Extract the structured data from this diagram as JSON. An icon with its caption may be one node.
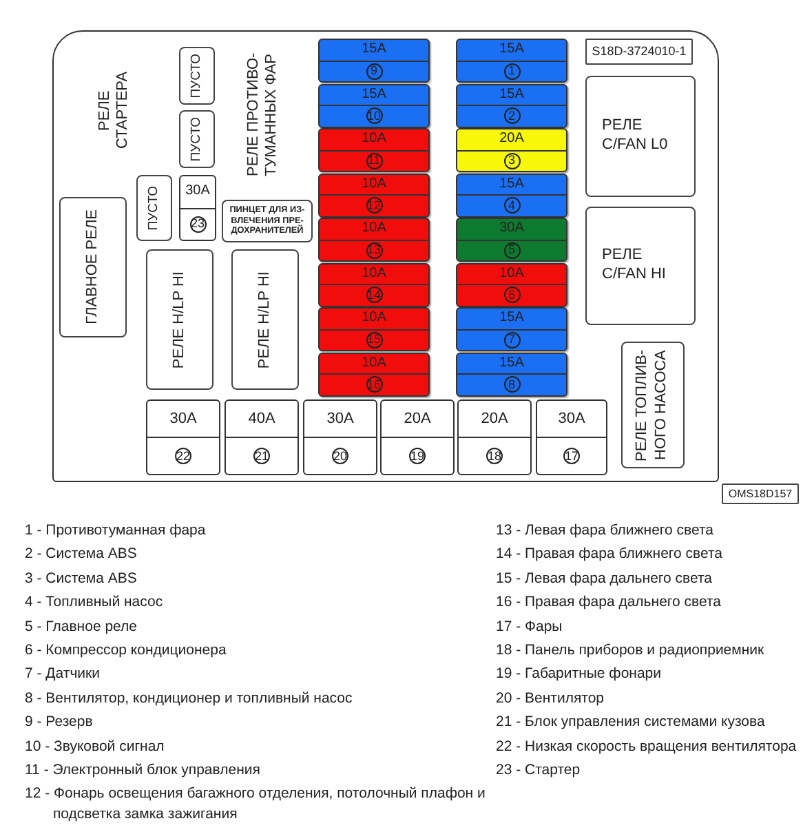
{
  "diagram": {
    "nodes": [
      {
        "text": [],
        "shape": "box"
      },
      {
        "text": [
          "ПУСТО"
        ],
        "in": 0
      },
      {
        "text": [
          "ПУСТО"
        ],
        "in": 0
      },
      {
        "text": [
          "15A",
          "9"
        ],
        "in": 0
      },
      {
        "text": [
          "15A",
          "1"
        ],
        "in": 0
      },
      {
        "text": [
          "S18D-3724010-1"
        ],
        "in": 0
      },
      {
        "text": [
          "15A",
          "10"
        ],
        "in": 0
      },
      {
        "text": [
          "15A",
          "2"
        ],
        "in": 0
      },
      {
        "text": [
          "РЕЛЕ C/FAN L0"
        ],
        "in": 0
      },
      {
        "text": [
          "10A",
          "11"
        ],
        "in": 0
      },
      {
        "text": [
          "20A",
          "3"
        ],
        "in": 0
      },
      {
        "text": [
          "ПУСТО"
        ],
        "in": 0
      },
      {
        "text": [
          "30A",
          "23"
        ],
        "in": 0
      },
      {
        "text": [
          "ПИНЦЕТ ДЛЯ ИЗ- ВЛЕЧЕНИЯ ПРЕ- ДОХРАНИТЕЛЕЙ"
        ],
        "in": 0
      },
      {
        "text": [
          "ГЛАВНОЕ РЕЛЕ"
        ],
        "in": 0
      },
      {
        "text": [
          "10A",
          "12"
        ],
        "in": 0
      },
      {
        "text": [
          "15A",
          "4"
        ],
        "in": 0
      },
      {
        "text": [
          "10A",
          "13"
        ],
        "in": 0
      },
      {
        "text": [
          "30A",
          "5"
        ],
        "in": 0
      },
      {
        "text": [
          "РЕЛЕ C/FAN HI"
        ],
        "in": 0
      },
      {
        "text": [
          "РЕЛЕ H/LP HI"
        ],
        "in": 0
      },
      {
        "text": [
          "РЕЛЕ H/LP HI"
        ],
        "in": 0
      },
      {
        "text": [
          "10A",
          "14"
        ],
        "in": 0
      },
      {
        "text": [
          "10A",
          "6"
        ],
        "in": 0
      },
      {
        "text": [
          "10A",
          "15"
        ],
        "in": 0
      },
      {
        "text": [
          "15A",
          "7"
        ],
        "in": 0
      },
      {
        "text": [
          "10A",
          "16"
        ],
        "in": 0
      },
      {
        "text": [
          "15A",
          "8"
        ],
        "in": 0
      },
      {
        "text": [
          "РЕЛЕ ТОПЛИВ- НОГО НАСОСА"
        ],
        "in": 0
      },
      {
        "text": [
          "30A",
          "22"
        ],
        "in": 0
      },
      {
        "text": [
          "40A",
          "21"
        ],
        "in": 0
      },
      {
        "text": [
          "30A",
          "20"
        ],
        "in": 0
      },
      {
        "text": [
          "20A",
          "19"
        ],
        "in": 0
      },
      {
        "text": [
          "20A",
          "18"
        ],
        "in": 0
      },
      {
        "text": [
          "30A",
          "17"
        ],
        "in": 0
      },
      {
        "text": [
          "OMS18D157"
        ]
      }
    ],
    "labels": [
      "РЕЛЕ СТАРТЕРА",
      "РЕЛЕ ПРОТИВО- ТУМАННЫХ ФАР",
      "1 - Противотуманная фара",
      "2 - Система ABS",
      "3 - Система ABS",
      "4 - Топливный насос",
      "5 - Главное реле",
      "6 - Компрессор кондиционера",
      "7 - Датчики",
      "8 - Вентилятор, кондиционер и топливный насос",
      "9 - Резерв",
      "10 - Звуковой сигнал",
      "11 - Электронный блок управления",
      "12 - Фонарь освещения багажного отделения, потолочный плафон и подсветка замка зажигания",
      "13 - Левая фара ближнего света",
      "14 - Правая фара ближнего света",
      "15 - Левая фара дальнего света",
      "16 - Правая фара дальнего света",
      "17 - Фары",
      "18 - Панель приборов и радиоприемник",
      "19 - Габаритные фонари",
      "20 - Вентилятор",
      "21 - Блок управления системами кузова",
      "22 - Низкая скорость вращения вентилятора",
      "23 - Стартер"
    ]
  }
}
